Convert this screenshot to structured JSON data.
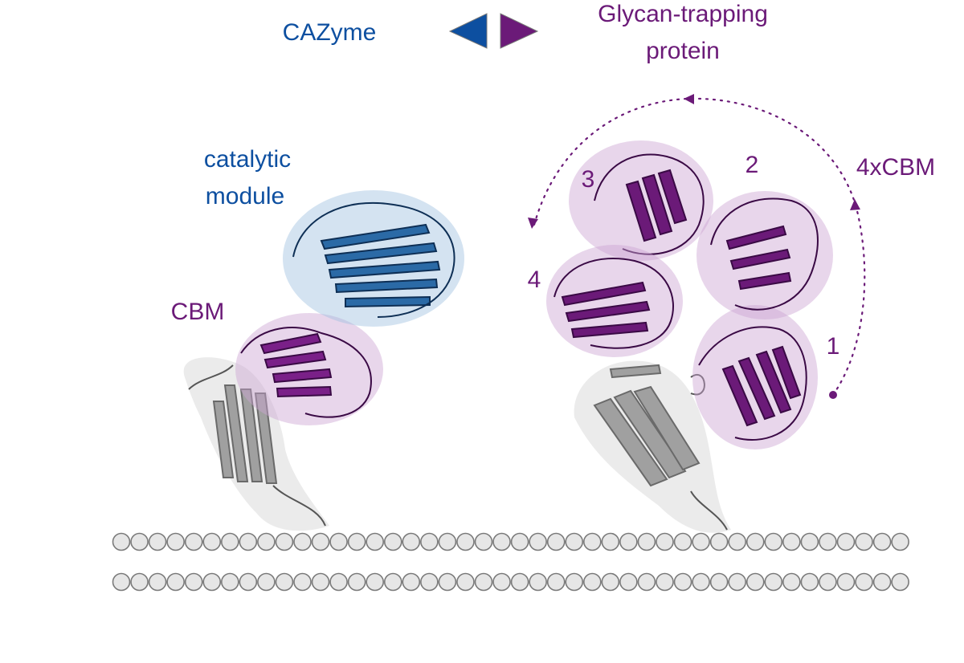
{
  "legend": {
    "cazyme_label": "CAZyme",
    "trapping_label_line1": "Glycan-trapping",
    "trapping_label_line2": "protein"
  },
  "left_protein": {
    "catalytic_label_line1": "catalytic",
    "catalytic_label_line2": "module",
    "cbm_label": "CBM"
  },
  "right_protein": {
    "cbm_count_label": "4xCBM",
    "domain_numbers": [
      "1",
      "2",
      "3",
      "4"
    ]
  },
  "colors": {
    "cazyme_blue": "#0d4fa0",
    "trapping_purple": "#6b1a78",
    "anchor_gray": "#8a8a8a",
    "bead_fill": "#e6e6e6",
    "bead_stroke": "#7a7a7a"
  },
  "icons": {
    "cazyme_marker": "left-pointing-triangle",
    "trapping_marker": "right-pointing-triangle",
    "domain_rotation": "dotted-curved-arrow"
  }
}
